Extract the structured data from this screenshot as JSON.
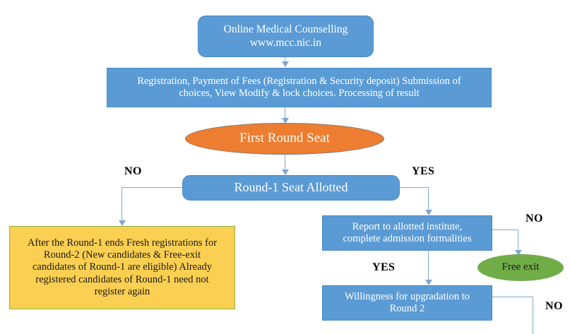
{
  "diagram": {
    "title": "Online Medical Counselling Round-1 Flowchart",
    "colors": {
      "blue": "#5B9BD5",
      "orange": "#ED7D31",
      "green": "#70AD47",
      "yellow": "#FBCF51",
      "connector": "#7FA8D0",
      "yellow_border": "#88B34C"
    },
    "nodes": {
      "start": {
        "line1": "Online Medical Counselling",
        "line2": "www.mcc.nic.in"
      },
      "registration": {
        "line1": "Registration, Payment of Fees (Registration & Security deposit) Submission of",
        "line2": "choices, View Modify & lock choices. Processing of result"
      },
      "first_round_seat": {
        "label": "First Round Seat"
      },
      "round1_allotted": {
        "label": "Round-1 Seat Allotted"
      },
      "fresh_registration": {
        "line1": "After the Round-1 ends Fresh registrations for",
        "line2": "Round-2 (New candidates & Free-exit",
        "line3": "candidates of Round-1 are eligible) Already",
        "line4": "registered candidates of Round-1 need not",
        "line5": "register again"
      },
      "report_institute": {
        "line1": "Report to allotted institute,",
        "line2": "complete admission formalities"
      },
      "free_exit": {
        "label": "Free exit"
      },
      "willingness": {
        "line1": "Willingness for upgradation to",
        "line2": "Round 2"
      }
    },
    "edge_labels": {
      "allotted_no": "NO",
      "allotted_yes": "YES",
      "report_no": "NO",
      "report_yes": "YES",
      "willingness_no": "NO"
    }
  }
}
